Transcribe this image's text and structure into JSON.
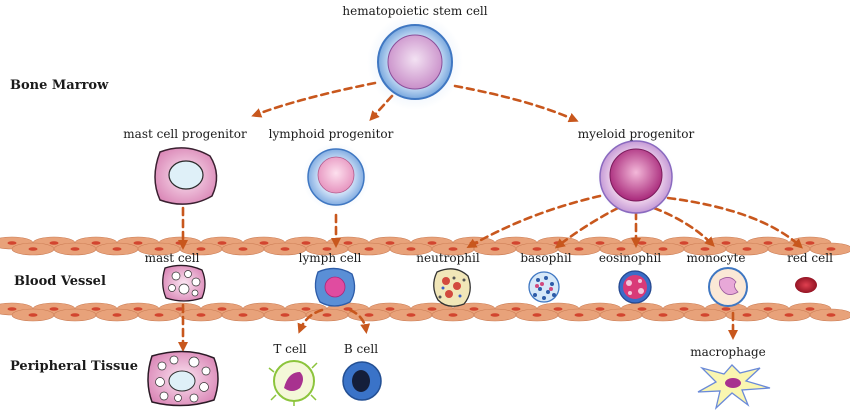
{
  "regions": {
    "bone_marrow": "Bone Marrow",
    "blood_vessel": "Blood Vessel",
    "peripheral_tissue": "Peripheral Tissue"
  },
  "cells": {
    "hsc": "hematopoietic stem cell",
    "mast_progenitor": "mast cell progenitor",
    "lymphoid_progenitor": "lymphoid progenitor",
    "myeloid_progenitor": "myeloid progenitor",
    "mast_cell_blood": "mast cell",
    "lymph_cell": "lymph cell",
    "neutrophil": "neutrophil",
    "basophil": "basophil",
    "eosinophil": "eosinophil",
    "monocyte": "monocyte",
    "red_cell": "red cell",
    "t_cell": "T cell",
    "b_cell": "B cell",
    "macrophage": "macrophage"
  },
  "colors": {
    "arrow": "#c8571d",
    "vessel_cell": "#e8a27a",
    "vessel_nucleus": "#d2452f",
    "stem_outer": "#7fb1e3",
    "stem_inner": "#d8a8d8",
    "mast": "#e6a6cc",
    "myeloid": "#cf6ba8",
    "red_cell": "#b81b2a"
  },
  "icons": [
    "stem-cell-icon",
    "mast-cell-icon",
    "lymphoid-cell-icon",
    "myeloid-cell-icon",
    "neutrophil-icon",
    "basophil-icon",
    "eosinophil-icon",
    "monocyte-icon",
    "red-cell-icon",
    "t-cell-icon",
    "b-cell-icon",
    "macrophage-icon"
  ]
}
